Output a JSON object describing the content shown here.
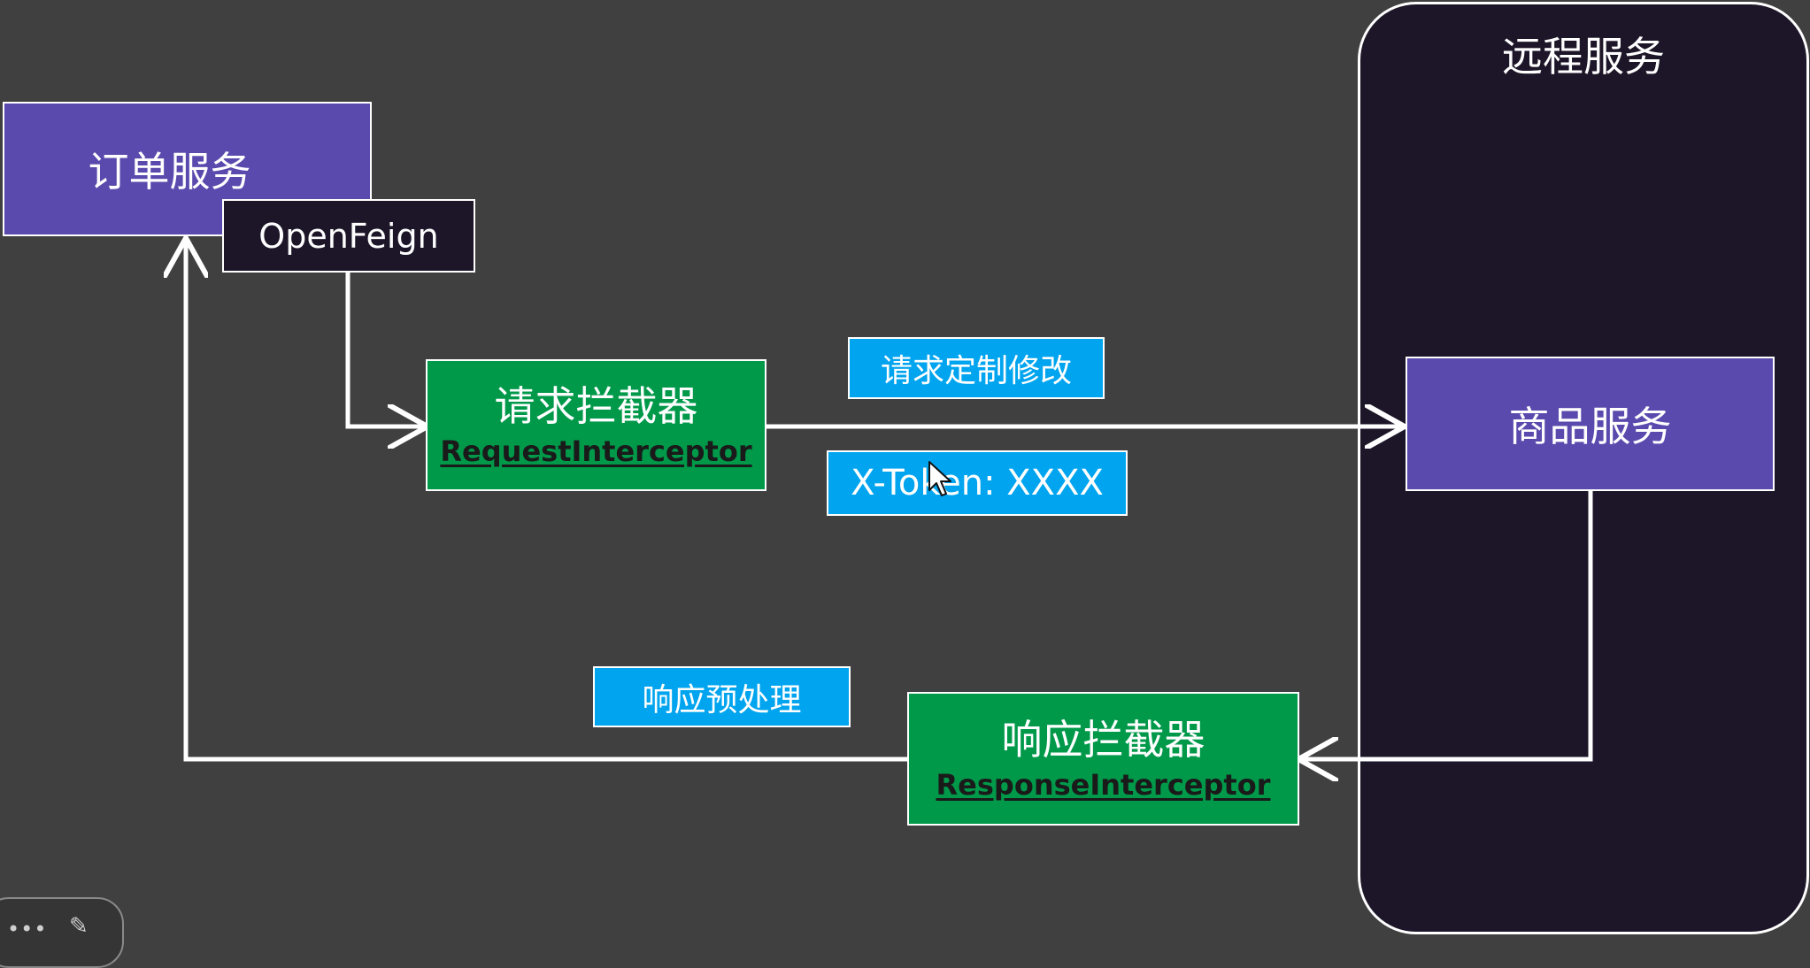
{
  "remote": {
    "title": "远程服务"
  },
  "order_service": {
    "label": "订单服务"
  },
  "openfeign": {
    "label": "OpenFeign"
  },
  "request_interceptor": {
    "title": "请求拦截器",
    "subtitle": "RequestInterceptor"
  },
  "request_note": {
    "label": "请求定制修改"
  },
  "token_note": {
    "label": "X-Token: XXXX"
  },
  "product_service": {
    "label": "商品服务"
  },
  "response_note": {
    "label": "响应预处理"
  },
  "response_interceptor": {
    "title": "响应拦截器",
    "subtitle": "ResponseInterceptor"
  },
  "colors": {
    "background": "#404040",
    "service": "#5b4aae",
    "interceptor": "#00994a",
    "note": "#00a4ef",
    "remote_panel": "#1d1628",
    "arrow": "#ffffff"
  },
  "icons": {
    "cursor": "mouse-pointer-icon",
    "more": "more-dots-icon",
    "pen": "pen-icon"
  }
}
